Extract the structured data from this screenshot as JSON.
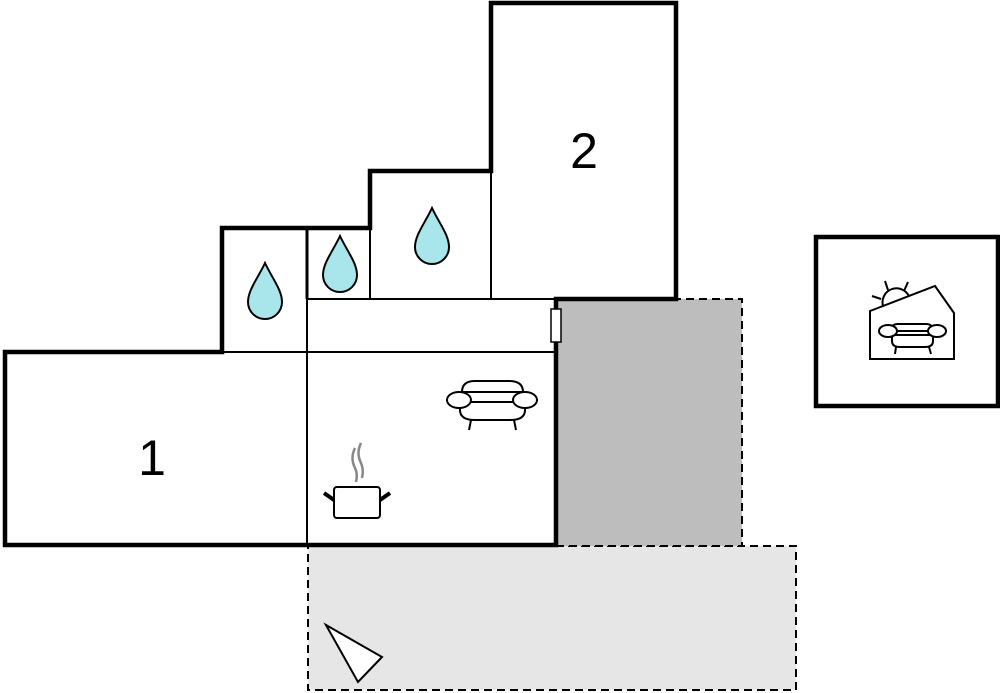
{
  "floorplan": {
    "rooms": [
      {
        "label": "1",
        "type": "bedroom"
      },
      {
        "label": "2",
        "type": "bedroom"
      }
    ],
    "icons": [
      "water-drop-icon",
      "water-drop-icon",
      "water-drop-icon",
      "sofa-icon",
      "cooking-pot-icon",
      "sunroom-icon",
      "compass-icon"
    ],
    "colors": {
      "wall": "#000000",
      "water": "#a8e6ec",
      "covered_terrace": "#bdbdbd",
      "open_terrace": "#e6e6e6"
    }
  }
}
